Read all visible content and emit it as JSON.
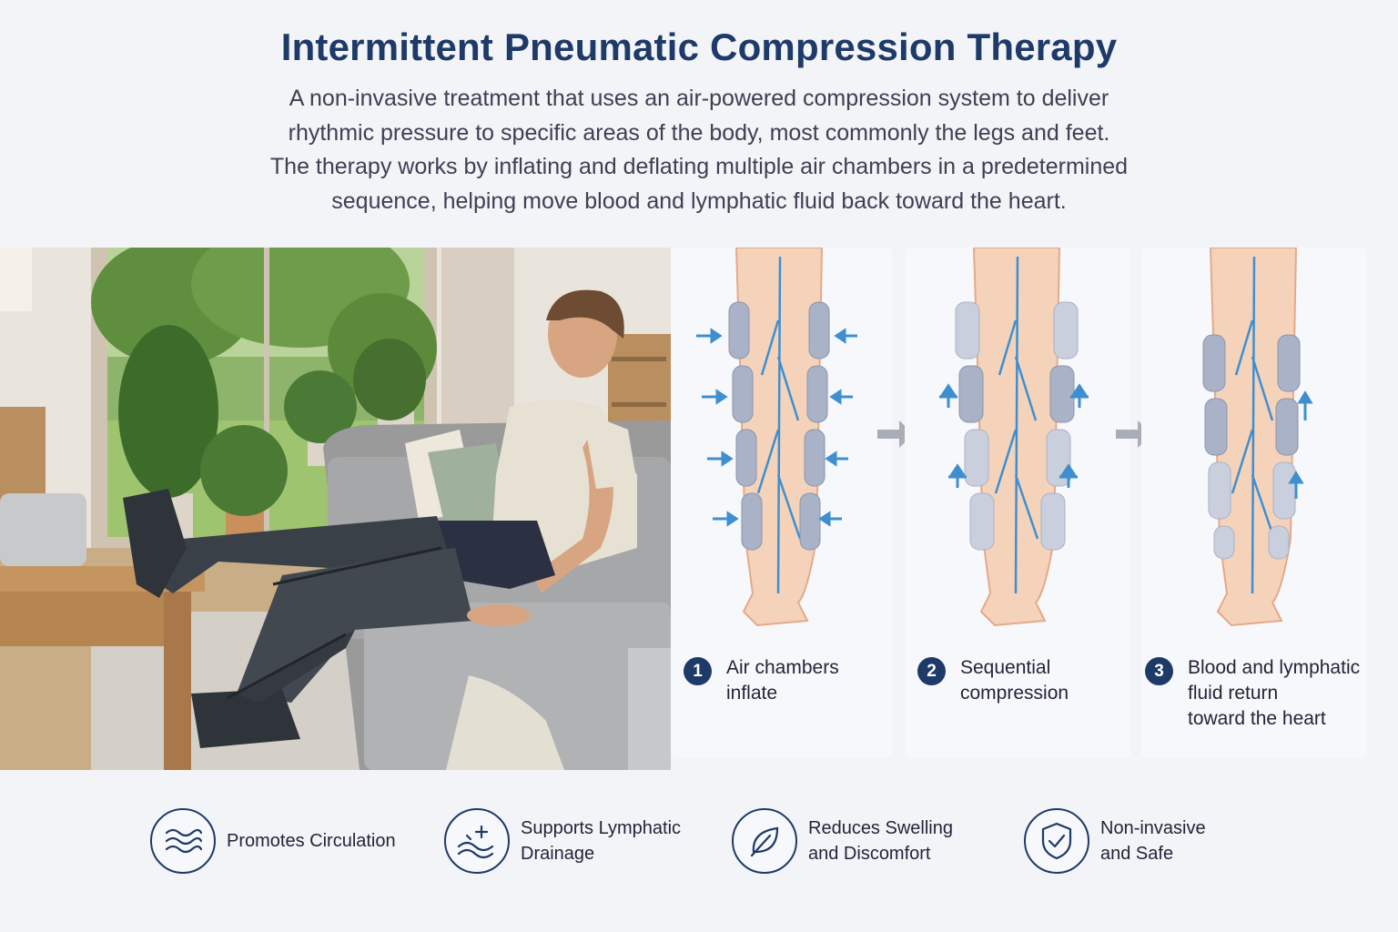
{
  "header": {
    "title": "Intermittent Pneumatic Compression Therapy",
    "description_lines": [
      "A non-invasive treatment that uses an air-powered compression system to deliver",
      "rhythmic pressure to specific areas of the body, most commonly the legs and feet.",
      "The therapy works by inflating and deflating multiple air chambers in a predetermined",
      "sequence, helping move blood and lymphatic fluid back toward the heart."
    ]
  },
  "steps": [
    {
      "number": "1",
      "lines": [
        "Air chambers",
        "inflate"
      ]
    },
    {
      "number": "2",
      "lines": [
        "Sequential",
        "compression"
      ]
    },
    {
      "number": "3",
      "lines": [
        "Blood and lymphatic",
        "fluid return",
        "toward the heart"
      ]
    }
  ],
  "benefits": [
    {
      "icon": "waves-icon",
      "lines": [
        "Promotes Circulation"
      ]
    },
    {
      "icon": "lymph-flow-icon",
      "lines": [
        "Supports Lymphatic",
        "Drainage"
      ]
    },
    {
      "icon": "leaf-icon",
      "lines": [
        "Reduces Swelling",
        "and Discomfort"
      ]
    },
    {
      "icon": "shield-check-icon",
      "lines": [
        "Non-invasive",
        "and Safe"
      ]
    }
  ],
  "colors": {
    "title": "#1e3a68",
    "accent_blue": "#3f8fd0",
    "chamber": "#a9b2c6",
    "skin": "#f5d3bb",
    "background": "#f3f4f8"
  }
}
